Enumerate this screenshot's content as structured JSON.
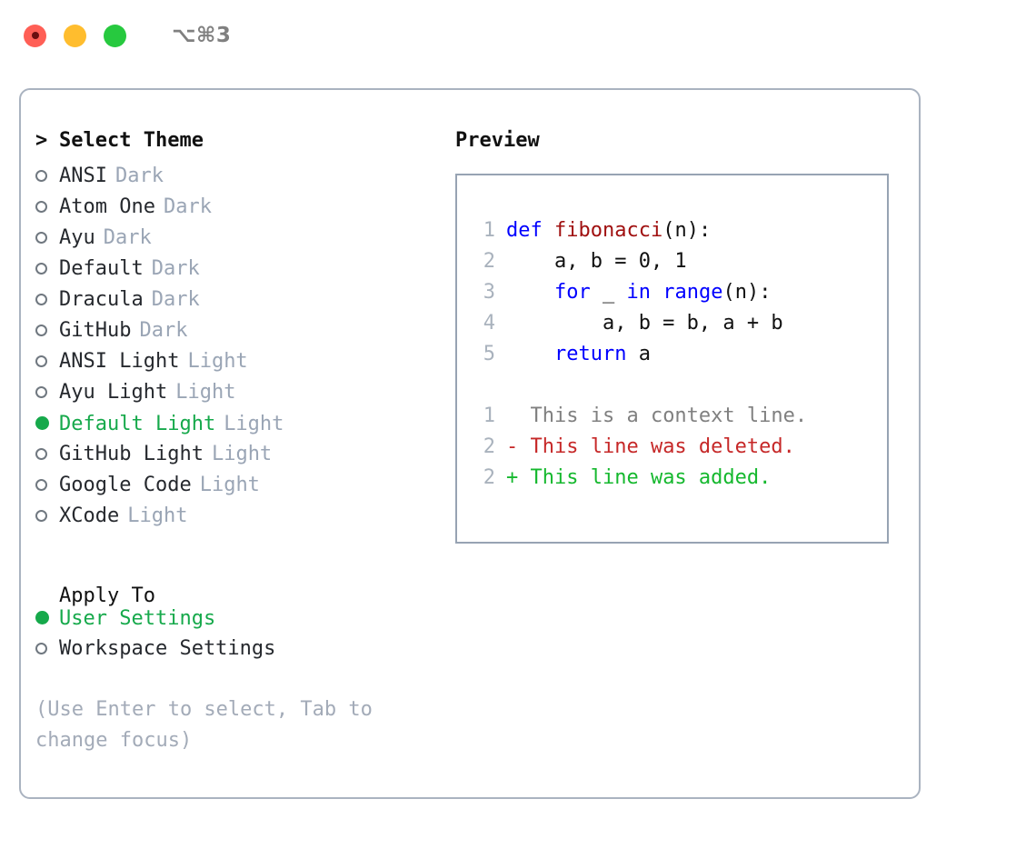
{
  "titlebar": {
    "lights": [
      {
        "name": "close-button",
        "color": "#ff5f56"
      },
      {
        "name": "minimize-button",
        "color": "#ffbd2e"
      },
      {
        "name": "maximize-button",
        "color": "#27c93f"
      }
    ],
    "shortcut": "⌥⌘3"
  },
  "colors": {
    "accent_green": "#16a94b",
    "muted_tag": "#9aa5b5",
    "hint": "#a3abb8",
    "panel_border": "#aab3c0",
    "code_border": "#97a3b3",
    "keyword_blue": "#0000ff",
    "function_red": "#a01010",
    "diff_add": "#15b82e",
    "diff_del": "#c62828",
    "diff_ctx": "#808080",
    "lineno": "#a9b2bd"
  },
  "theme_picker": {
    "prompt_marker": ">",
    "title": "Select Theme",
    "items": [
      {
        "label": "ANSI",
        "tag": "Dark",
        "selected": false
      },
      {
        "label": "Atom One",
        "tag": "Dark",
        "selected": false
      },
      {
        "label": "Ayu",
        "tag": "Dark",
        "selected": false
      },
      {
        "label": "Default",
        "tag": "Dark",
        "selected": false
      },
      {
        "label": "Dracula",
        "tag": "Dark",
        "selected": false
      },
      {
        "label": "GitHub",
        "tag": "Dark",
        "selected": false
      },
      {
        "label": "ANSI Light",
        "tag": "Light",
        "selected": false
      },
      {
        "label": "Ayu Light",
        "tag": "Light",
        "selected": false
      },
      {
        "label": "Default Light",
        "tag": "Light",
        "selected": true
      },
      {
        "label": "GitHub Light",
        "tag": "Light",
        "selected": false
      },
      {
        "label": "Google Code",
        "tag": "Light",
        "selected": false
      },
      {
        "label": "XCode",
        "tag": "Light",
        "selected": false
      }
    ]
  },
  "apply_to": {
    "heading": "Apply To",
    "options": [
      {
        "label": "User Settings",
        "selected": true
      },
      {
        "label": "Workspace Settings",
        "selected": false
      }
    ]
  },
  "hint_text": "(Use Enter to select, Tab to change focus)",
  "preview": {
    "title": "Preview",
    "code_lines": [
      {
        "no": "1",
        "tokens": [
          {
            "t": "def",
            "c": "kw"
          },
          {
            "t": " ",
            "c": "plain"
          },
          {
            "t": "fibonacci",
            "c": "fn"
          },
          {
            "t": "(n):",
            "c": "plain"
          }
        ]
      },
      {
        "no": "2",
        "tokens": [
          {
            "t": "    a, b = 0, 1",
            "c": "plain"
          }
        ]
      },
      {
        "no": "3",
        "tokens": [
          {
            "t": "    ",
            "c": "plain"
          },
          {
            "t": "for",
            "c": "kw"
          },
          {
            "t": " _ ",
            "c": "plain"
          },
          {
            "t": "in",
            "c": "kw"
          },
          {
            "t": " ",
            "c": "plain"
          },
          {
            "t": "range",
            "c": "kw"
          },
          {
            "t": "(n):",
            "c": "plain"
          }
        ]
      },
      {
        "no": "4",
        "tokens": [
          {
            "t": "        a, b = b, a + b",
            "c": "plain"
          }
        ]
      },
      {
        "no": "5",
        "tokens": [
          {
            "t": "    ",
            "c": "plain"
          },
          {
            "t": "return",
            "c": "kw"
          },
          {
            "t": " a",
            "c": "plain"
          }
        ]
      }
    ],
    "diff_lines": [
      {
        "no": "1",
        "sign": " ",
        "text": " This is a context line.",
        "kind": "ctx"
      },
      {
        "no": "2",
        "sign": "-",
        "text": " This line was deleted.",
        "kind": "del"
      },
      {
        "no": "2",
        "sign": "+",
        "text": " This line was added.",
        "kind": "add"
      }
    ]
  }
}
